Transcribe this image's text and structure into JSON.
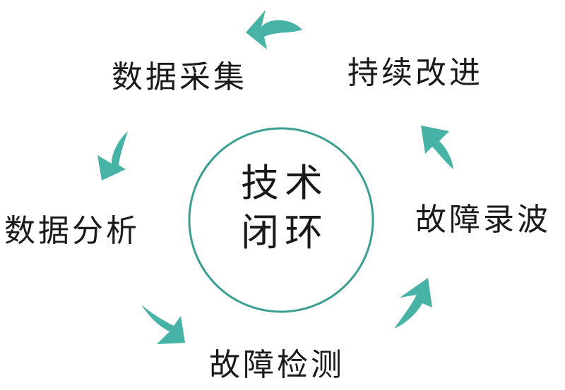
{
  "center": {
    "line1": "技术",
    "line2": "闭环"
  },
  "stages": {
    "collect": "数据采集",
    "improve": "持续改进",
    "analyze": "数据分析",
    "wave": "故障录波",
    "detect": "故障检测"
  },
  "colors": {
    "accent": "#47b2a6",
    "circle": "#3a9e93",
    "text": "#1a1a1a"
  }
}
